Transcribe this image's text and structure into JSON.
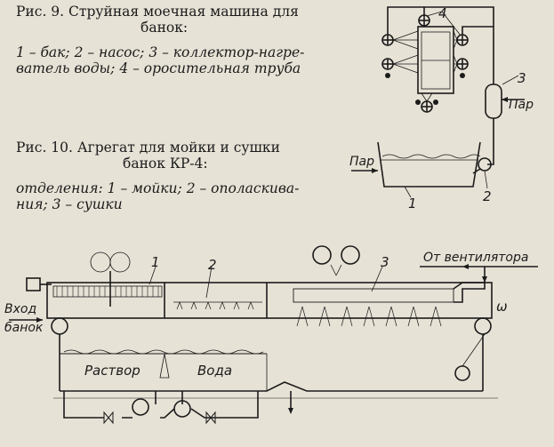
{
  "fig9": {
    "caption_line1": "Рис. 9. Струйная моечная машина для",
    "caption_line2": "банок:",
    "legend_line1": "1 – бак; 2 – насос; 3 – коллектор-нагре-",
    "legend_line2": "ватель воды; 4 – оросительная труба",
    "labels": {
      "n4": "4",
      "n3": "3",
      "n1": "1",
      "n2": "2",
      "steam_right": "Пар",
      "steam_left": "Пар"
    }
  },
  "fig10": {
    "caption_line1": "Рис. 10. Агрегат для мойки и сушки",
    "caption_line2": "банок КР-4:",
    "legend_line1": "отделения: 1 – мойки; 2 – ополаскива-",
    "legend_line2": "ния; 3 – сушки",
    "labels": {
      "n1": "1",
      "n2": "2",
      "n3": "3",
      "from_fan": "От вентилятора",
      "inlet_line1": "Вход",
      "inlet_line2": "банок",
      "solution": "Раствор",
      "water": "Вода",
      "omega": "ω"
    }
  },
  "colors": {
    "paper": "#e7e2d6",
    "ink": "#1b1b1b"
  }
}
